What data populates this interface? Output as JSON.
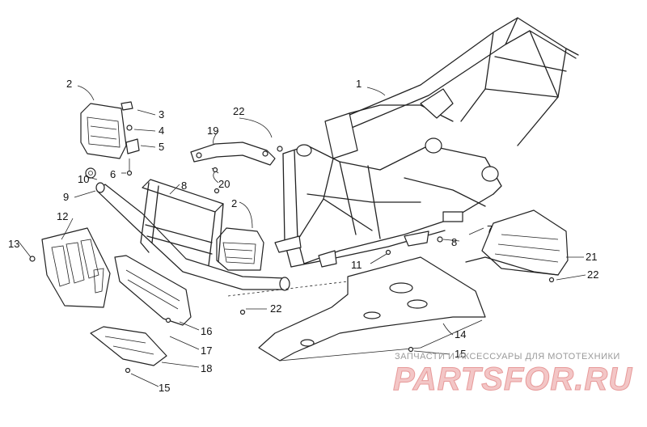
{
  "callouts": {
    "c1": "1",
    "c2a": "2",
    "c2b": "2",
    "c3": "3",
    "c4": "4",
    "c5": "5",
    "c6": "6",
    "c7": "7",
    "c8a": "8",
    "c8b": "8",
    "c9": "9",
    "c10": "10",
    "c11": "11",
    "c12": "12",
    "c13": "13",
    "c14": "14",
    "c15a": "15",
    "c15b": "15",
    "c16": "16",
    "c17": "17",
    "c18": "18",
    "c19": "19",
    "c20": "20",
    "c21": "21",
    "c22a": "22",
    "c22b": "22",
    "c22c": "22"
  },
  "watermark": {
    "caption": "ЗАПЧАСТИ И АКСЕССУАРЫ ДЛЯ МОТОТЕХНИКИ",
    "brand": "PARTSFOR.RU"
  }
}
